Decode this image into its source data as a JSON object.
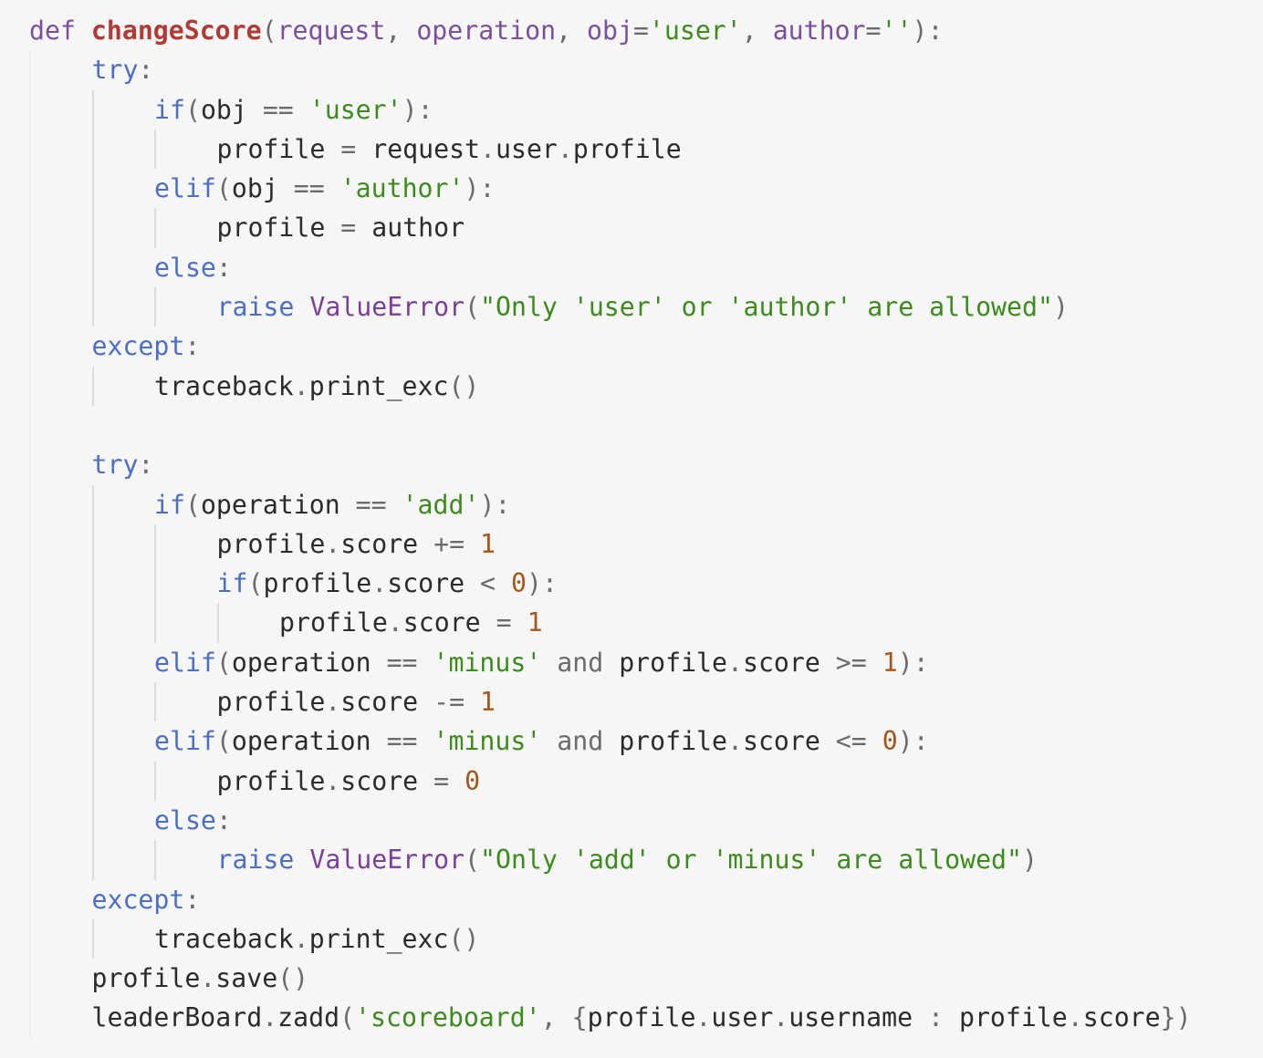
{
  "colors": {
    "background": "#f6f6f6",
    "keyword": "#4a6fc5",
    "function_name": "#b03a34",
    "parameter": "#7b4f9e",
    "string": "#3d8b1e",
    "number": "#a5571b",
    "class": "#7b3f99",
    "text": "#2b2b2b",
    "punctuation": "#6b6b6b",
    "indent_guide": "#dcdcdc"
  },
  "code_lines": [
    {
      "indent": 0,
      "tokens": [
        {
          "t": "def",
          "c": "def"
        },
        {
          "t": " ",
          "c": "txt"
        },
        {
          "t": "changeScore",
          "c": "fn"
        },
        {
          "t": "(",
          "c": "punc"
        },
        {
          "t": "request",
          "c": "param"
        },
        {
          "t": ", ",
          "c": "punc"
        },
        {
          "t": "operation",
          "c": "param"
        },
        {
          "t": ", ",
          "c": "punc"
        },
        {
          "t": "obj",
          "c": "param"
        },
        {
          "t": "=",
          "c": "op"
        },
        {
          "t": "'user'",
          "c": "str"
        },
        {
          "t": ", ",
          "c": "punc"
        },
        {
          "t": "author",
          "c": "param"
        },
        {
          "t": "=",
          "c": "op"
        },
        {
          "t": "''",
          "c": "str"
        },
        {
          "t": "):",
          "c": "punc"
        }
      ]
    },
    {
      "indent": 1,
      "tokens": [
        {
          "t": "try",
          "c": "kw"
        },
        {
          "t": ":",
          "c": "punc"
        }
      ]
    },
    {
      "indent": 2,
      "tokens": [
        {
          "t": "if",
          "c": "kw"
        },
        {
          "t": "(",
          "c": "punc"
        },
        {
          "t": "obj ",
          "c": "txt"
        },
        {
          "t": "==",
          "c": "op"
        },
        {
          "t": " ",
          "c": "txt"
        },
        {
          "t": "'user'",
          "c": "str"
        },
        {
          "t": "):",
          "c": "punc"
        }
      ]
    },
    {
      "indent": 3,
      "tokens": [
        {
          "t": "profile ",
          "c": "txt"
        },
        {
          "t": "=",
          "c": "op"
        },
        {
          "t": " request",
          "c": "txt"
        },
        {
          "t": ".",
          "c": "punc"
        },
        {
          "t": "user",
          "c": "txt"
        },
        {
          "t": ".",
          "c": "punc"
        },
        {
          "t": "profile",
          "c": "txt"
        }
      ]
    },
    {
      "indent": 2,
      "tokens": [
        {
          "t": "elif",
          "c": "kw"
        },
        {
          "t": "(",
          "c": "punc"
        },
        {
          "t": "obj ",
          "c": "txt"
        },
        {
          "t": "==",
          "c": "op"
        },
        {
          "t": " ",
          "c": "txt"
        },
        {
          "t": "'author'",
          "c": "str"
        },
        {
          "t": "):",
          "c": "punc"
        }
      ]
    },
    {
      "indent": 3,
      "tokens": [
        {
          "t": "profile ",
          "c": "txt"
        },
        {
          "t": "=",
          "c": "op"
        },
        {
          "t": " author",
          "c": "txt"
        }
      ]
    },
    {
      "indent": 2,
      "tokens": [
        {
          "t": "else",
          "c": "kw"
        },
        {
          "t": ":",
          "c": "punc"
        }
      ]
    },
    {
      "indent": 3,
      "tokens": [
        {
          "t": "raise",
          "c": "kw"
        },
        {
          "t": " ",
          "c": "txt"
        },
        {
          "t": "ValueError",
          "c": "cls"
        },
        {
          "t": "(",
          "c": "punc"
        },
        {
          "t": "\"Only 'user' or 'author' are allowed\"",
          "c": "str"
        },
        {
          "t": ")",
          "c": "punc"
        }
      ]
    },
    {
      "indent": 1,
      "tokens": [
        {
          "t": "except",
          "c": "kw"
        },
        {
          "t": ":",
          "c": "punc"
        }
      ]
    },
    {
      "indent": 2,
      "tokens": [
        {
          "t": "traceback",
          "c": "txt"
        },
        {
          "t": ".",
          "c": "punc"
        },
        {
          "t": "print_exc",
          "c": "txt"
        },
        {
          "t": "()",
          "c": "punc"
        }
      ]
    },
    {
      "indent": 1,
      "guides": 1,
      "tokens": []
    },
    {
      "indent": 1,
      "tokens": [
        {
          "t": "try",
          "c": "kw"
        },
        {
          "t": ":",
          "c": "punc"
        }
      ]
    },
    {
      "indent": 2,
      "tokens": [
        {
          "t": "if",
          "c": "kw"
        },
        {
          "t": "(",
          "c": "punc"
        },
        {
          "t": "operation ",
          "c": "txt"
        },
        {
          "t": "==",
          "c": "op"
        },
        {
          "t": " ",
          "c": "txt"
        },
        {
          "t": "'add'",
          "c": "str"
        },
        {
          "t": "):",
          "c": "punc"
        }
      ]
    },
    {
      "indent": 3,
      "tokens": [
        {
          "t": "profile",
          "c": "txt"
        },
        {
          "t": ".",
          "c": "punc"
        },
        {
          "t": "score ",
          "c": "txt"
        },
        {
          "t": "+=",
          "c": "op"
        },
        {
          "t": " ",
          "c": "txt"
        },
        {
          "t": "1",
          "c": "num"
        }
      ]
    },
    {
      "indent": 3,
      "tokens": [
        {
          "t": "if",
          "c": "kw"
        },
        {
          "t": "(",
          "c": "punc"
        },
        {
          "t": "profile",
          "c": "txt"
        },
        {
          "t": ".",
          "c": "punc"
        },
        {
          "t": "score ",
          "c": "txt"
        },
        {
          "t": "<",
          "c": "op"
        },
        {
          "t": " ",
          "c": "txt"
        },
        {
          "t": "0",
          "c": "num"
        },
        {
          "t": "):",
          "c": "punc"
        }
      ]
    },
    {
      "indent": 4,
      "tokens": [
        {
          "t": "profile",
          "c": "txt"
        },
        {
          "t": ".",
          "c": "punc"
        },
        {
          "t": "score ",
          "c": "txt"
        },
        {
          "t": "=",
          "c": "op"
        },
        {
          "t": " ",
          "c": "txt"
        },
        {
          "t": "1",
          "c": "num"
        }
      ]
    },
    {
      "indent": 2,
      "tokens": [
        {
          "t": "elif",
          "c": "kw"
        },
        {
          "t": "(",
          "c": "punc"
        },
        {
          "t": "operation ",
          "c": "txt"
        },
        {
          "t": "==",
          "c": "op"
        },
        {
          "t": " ",
          "c": "txt"
        },
        {
          "t": "'minus'",
          "c": "str"
        },
        {
          "t": " ",
          "c": "txt"
        },
        {
          "t": "and",
          "c": "op"
        },
        {
          "t": " profile",
          "c": "txt"
        },
        {
          "t": ".",
          "c": "punc"
        },
        {
          "t": "score ",
          "c": "txt"
        },
        {
          "t": ">=",
          "c": "op"
        },
        {
          "t": " ",
          "c": "txt"
        },
        {
          "t": "1",
          "c": "num"
        },
        {
          "t": "):",
          "c": "punc"
        }
      ]
    },
    {
      "indent": 3,
      "tokens": [
        {
          "t": "profile",
          "c": "txt"
        },
        {
          "t": ".",
          "c": "punc"
        },
        {
          "t": "score ",
          "c": "txt"
        },
        {
          "t": "-=",
          "c": "op"
        },
        {
          "t": " ",
          "c": "txt"
        },
        {
          "t": "1",
          "c": "num"
        }
      ]
    },
    {
      "indent": 2,
      "tokens": [
        {
          "t": "elif",
          "c": "kw"
        },
        {
          "t": "(",
          "c": "punc"
        },
        {
          "t": "operation ",
          "c": "txt"
        },
        {
          "t": "==",
          "c": "op"
        },
        {
          "t": " ",
          "c": "txt"
        },
        {
          "t": "'minus'",
          "c": "str"
        },
        {
          "t": " ",
          "c": "txt"
        },
        {
          "t": "and",
          "c": "op"
        },
        {
          "t": " profile",
          "c": "txt"
        },
        {
          "t": ".",
          "c": "punc"
        },
        {
          "t": "score ",
          "c": "txt"
        },
        {
          "t": "<=",
          "c": "op"
        },
        {
          "t": " ",
          "c": "txt"
        },
        {
          "t": "0",
          "c": "num"
        },
        {
          "t": "):",
          "c": "punc"
        }
      ]
    },
    {
      "indent": 3,
      "tokens": [
        {
          "t": "profile",
          "c": "txt"
        },
        {
          "t": ".",
          "c": "punc"
        },
        {
          "t": "score ",
          "c": "txt"
        },
        {
          "t": "=",
          "c": "op"
        },
        {
          "t": " ",
          "c": "txt"
        },
        {
          "t": "0",
          "c": "num"
        }
      ]
    },
    {
      "indent": 2,
      "tokens": [
        {
          "t": "else",
          "c": "kw"
        },
        {
          "t": ":",
          "c": "punc"
        }
      ]
    },
    {
      "indent": 3,
      "tokens": [
        {
          "t": "raise",
          "c": "kw"
        },
        {
          "t": " ",
          "c": "txt"
        },
        {
          "t": "ValueError",
          "c": "cls"
        },
        {
          "t": "(",
          "c": "punc"
        },
        {
          "t": "\"Only 'add' or 'minus' are allowed\"",
          "c": "str"
        },
        {
          "t": ")",
          "c": "punc"
        }
      ]
    },
    {
      "indent": 1,
      "tokens": [
        {
          "t": "except",
          "c": "kw"
        },
        {
          "t": ":",
          "c": "punc"
        }
      ]
    },
    {
      "indent": 2,
      "tokens": [
        {
          "t": "traceback",
          "c": "txt"
        },
        {
          "t": ".",
          "c": "punc"
        },
        {
          "t": "print_exc",
          "c": "txt"
        },
        {
          "t": "()",
          "c": "punc"
        }
      ]
    },
    {
      "indent": 1,
      "tokens": [
        {
          "t": "profile",
          "c": "txt"
        },
        {
          "t": ".",
          "c": "punc"
        },
        {
          "t": "save",
          "c": "txt"
        },
        {
          "t": "()",
          "c": "punc"
        }
      ]
    },
    {
      "indent": 1,
      "tokens": [
        {
          "t": "leaderBoard",
          "c": "txt"
        },
        {
          "t": ".",
          "c": "punc"
        },
        {
          "t": "zadd",
          "c": "txt"
        },
        {
          "t": "(",
          "c": "punc"
        },
        {
          "t": "'scoreboard'",
          "c": "str"
        },
        {
          "t": ", {",
          "c": "punc"
        },
        {
          "t": "profile",
          "c": "txt"
        },
        {
          "t": ".",
          "c": "punc"
        },
        {
          "t": "user",
          "c": "txt"
        },
        {
          "t": ".",
          "c": "punc"
        },
        {
          "t": "username ",
          "c": "txt"
        },
        {
          "t": ":",
          "c": "op"
        },
        {
          "t": " profile",
          "c": "txt"
        },
        {
          "t": ".",
          "c": "punc"
        },
        {
          "t": "score",
          "c": "txt"
        },
        {
          "t": "})",
          "c": "punc"
        }
      ]
    }
  ]
}
